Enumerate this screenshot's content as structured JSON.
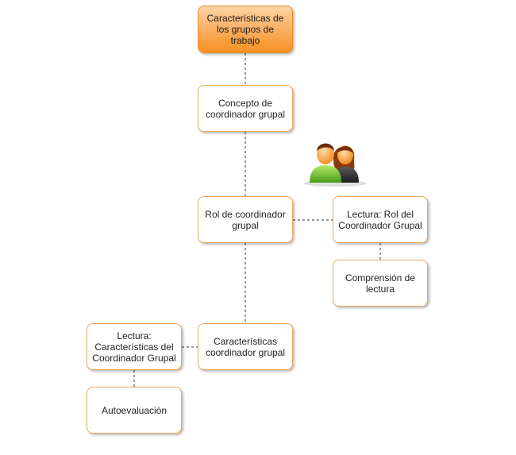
{
  "nodes": {
    "root": "Características de los grupos de trabajo",
    "concepto": "Concepto de coordinador grupal",
    "rol": "Rol de coordinador grupal",
    "lectura_rol": "Lectura: Rol del Coordinador Grupal",
    "comprension": "Comprensión de lectura",
    "caracteristicas": "Características coordinador grupal",
    "lectura_caracteristicas": "Lectura: Características del Coordinador Grupal",
    "autoevaluacion": "Autoevaluación"
  },
  "colors": {
    "root_gradient_top": "#ffd4a6",
    "root_gradient_bottom": "#f5901f",
    "node_border": "#f0a860",
    "connector": "#333333"
  },
  "icons": {
    "users": "users-icon"
  }
}
